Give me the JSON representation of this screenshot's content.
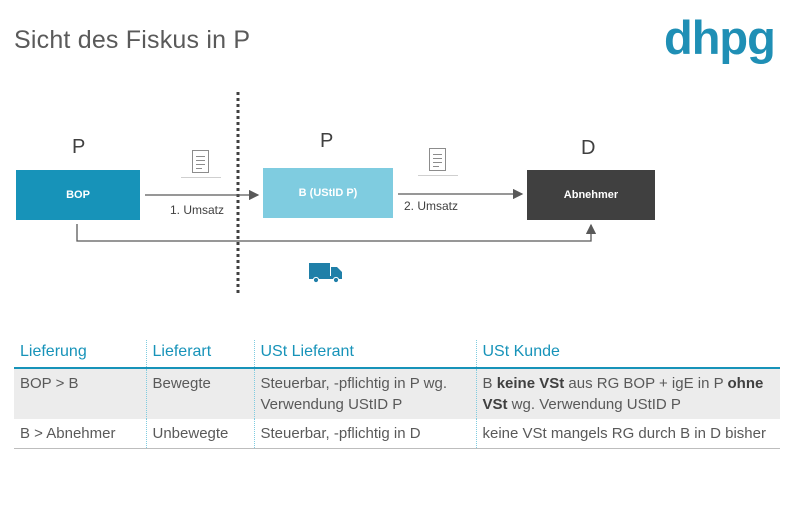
{
  "title": "Sicht des Fiskus in P",
  "logo": "dhpg",
  "diagram": {
    "country_left": "P",
    "country_mid": "P",
    "country_right": "D",
    "box_bop": "BOP",
    "box_b": "B (UStID P)",
    "box_abnehmer": "Abnehmer",
    "umsatz1": "1. Umsatz",
    "umsatz2": "2. Umsatz",
    "colors": {
      "bop": "#1793b9",
      "b": "#7fcce0",
      "abnehmer": "#404040",
      "accent": "#1793b9"
    },
    "icons": [
      "document-icon",
      "document-icon",
      "truck-icon"
    ]
  },
  "table": {
    "headers": [
      "Lieferung",
      "Lieferart",
      "USt Lieferant",
      "USt Kunde"
    ],
    "rows": [
      {
        "lieferung": "BOP > B",
        "lieferart": "Bewegte",
        "ust_lieferant": "Steuerbar, -pflichtig in P wg. Verwendung UStID P",
        "kunde_a": "B ",
        "kunde_b": "keine VSt",
        "kunde_c": " aus RG BOP + igE in P ",
        "kunde_d": "ohne VSt",
        "kunde_e": " wg. Verwendung UStID P"
      },
      {
        "lieferung": "B > Abnehmer",
        "lieferart": "Unbewegte",
        "ust_lieferant": "Steuerbar, -pflichtig in D",
        "ust_kunde": "keine VSt mangels RG durch B in D bisher"
      }
    ]
  }
}
